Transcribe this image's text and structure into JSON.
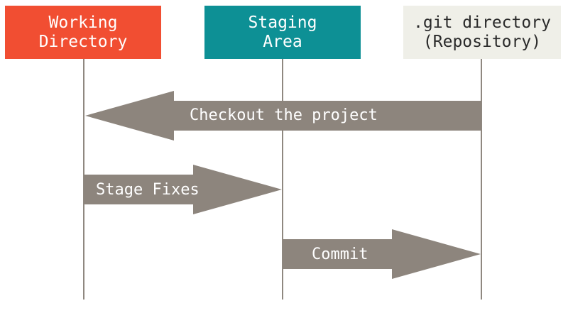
{
  "colors": {
    "working": "#f14e32",
    "staging": "#0d9095",
    "repository": "#efefe8",
    "arrow": "#8d857d",
    "lifeline": "#8f8880",
    "header_text_light": "#ffffff",
    "header_text_dark": "#2a2a2a"
  },
  "headers": {
    "working": {
      "line1": "Working",
      "line2": "Directory"
    },
    "staging": {
      "line1": "Staging",
      "line2": "Area"
    },
    "repository": {
      "line1": ".git directory",
      "line2": "(Repository)"
    }
  },
  "arrows": {
    "checkout": {
      "label": "Checkout the project",
      "from": "repository",
      "to": "working"
    },
    "stage": {
      "label": "Stage Fixes",
      "from": "working",
      "to": "staging"
    },
    "commit": {
      "label": "Commit",
      "from": "staging",
      "to": "repository"
    }
  }
}
